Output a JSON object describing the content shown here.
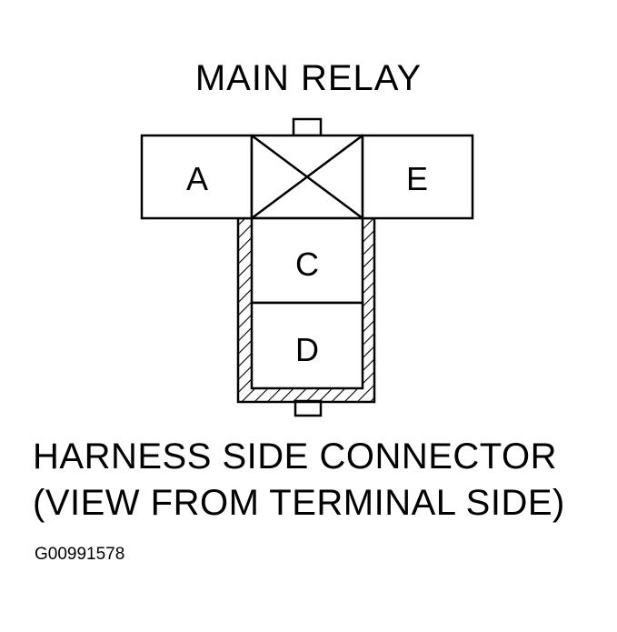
{
  "title": "MAIN RELAY",
  "terminals": {
    "a": "A",
    "e": "E",
    "c": "C",
    "d": "D"
  },
  "caption": {
    "line1": "HARNESS SIDE CONNECTOR",
    "line2": "(VIEW FROM TERMINAL SIDE)"
  },
  "figure_id": "G00991578",
  "colors": {
    "line": "#000000",
    "background": "#ffffff"
  }
}
